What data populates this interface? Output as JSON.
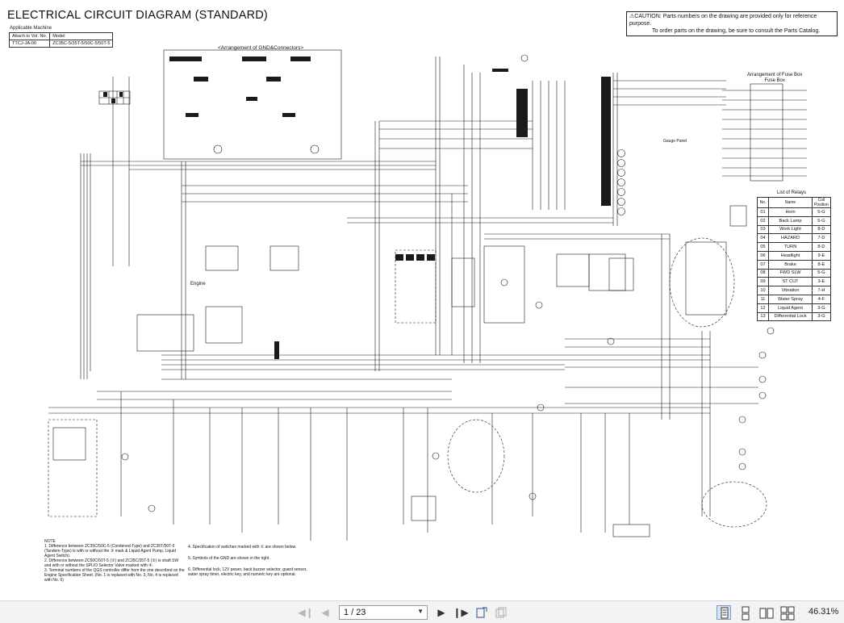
{
  "document": {
    "title": "ELECTRICAL CIRCUIT DIAGRAM (STANDARD)",
    "caution_line1": "⚠CAUTION: Parts numbers on the drawing are provided only for reference purpose.",
    "caution_line2": "To order parts on the drawing, be sure to consult the Parts Catalog.",
    "applicable_label": "Applicable Machine",
    "applicable_table": {
      "col1_header": "Attach to Vol. No.",
      "col2_header": "Model",
      "col1_value": "TTCJ-JA-00",
      "col2_value": "ZC35C-5/35T-5/50C-5/50T-5"
    },
    "gnd_title": "<Arrangement of GND&Connectors>",
    "fuse_box_title": "Arrangement of Fuse Box",
    "fuse_box_sub": "Fuse Box",
    "engine_label": "Engine",
    "gauge_panel_label": "Gauge Panel",
    "relays": {
      "title": "List of Relays",
      "headers": [
        "No.",
        "Name",
        "Coil Position"
      ],
      "rows": [
        {
          "no": "01",
          "name": "Horn",
          "pos": "5-G"
        },
        {
          "no": "02",
          "name": "Back Lamp",
          "pos": "5-G"
        },
        {
          "no": "03",
          "name": "Work Light",
          "pos": "8-D"
        },
        {
          "no": "04",
          "name": "HAZARD",
          "pos": "7-D"
        },
        {
          "no": "05",
          "name": "TURN",
          "pos": "8-D"
        },
        {
          "no": "06",
          "name": "Headlight",
          "pos": "9-E"
        },
        {
          "no": "07",
          "name": "Brake",
          "pos": "8-E"
        },
        {
          "no": "08",
          "name": "FWD SLW",
          "pos": "5-G"
        },
        {
          "no": "09",
          "name": "ST CUT",
          "pos": "3-E"
        },
        {
          "no": "10",
          "name": "Vibration",
          "pos": "7-H"
        },
        {
          "no": "11",
          "name": "Water Spray",
          "pos": "4-F"
        },
        {
          "no": "12",
          "name": "Liquid Agent",
          "pos": "3-G"
        },
        {
          "no": "13",
          "name": "Differential Lock",
          "pos": "3-G"
        }
      ]
    },
    "notes": [
      "NOTE",
      "1. Difference between ZC35C/50C-5 (Combined-Type) and ZC35T/50T-5 (Tandem-Type) is with or without the ③ mark & Liquid Agent Pump, Liquid Agent Switch).",
      "2. Difference between ZC50C/50T-5 (①) and ZC35C/35T-5 (②) is shaft SW and with or without the SPLIO Selector Valve marked with ④.",
      "3. Terminal numbers of the QGS controller differ from the one described on the Engine Specification Sheet. (No. 1 is replaced with No. 3, No. 4 is replaced with No. 6)"
    ],
    "notes2": [
      "4. Specification of switches marked with ① are shown below.",
      "5. Symbols of the GND are shown in the right.",
      "6. Differential lock, 12V power, back buzzer selector, guard sensor, water spray timer, electric key, and numeric key are optional."
    ]
  },
  "toolbar": {
    "first_icon": "first-page-icon",
    "prev_icon": "previous-page-icon",
    "current_page": "1",
    "page_separator": "/",
    "total_pages": "23",
    "next_icon": "next-page-icon",
    "last_icon": "last-page-icon",
    "zoom": "46.31%"
  }
}
